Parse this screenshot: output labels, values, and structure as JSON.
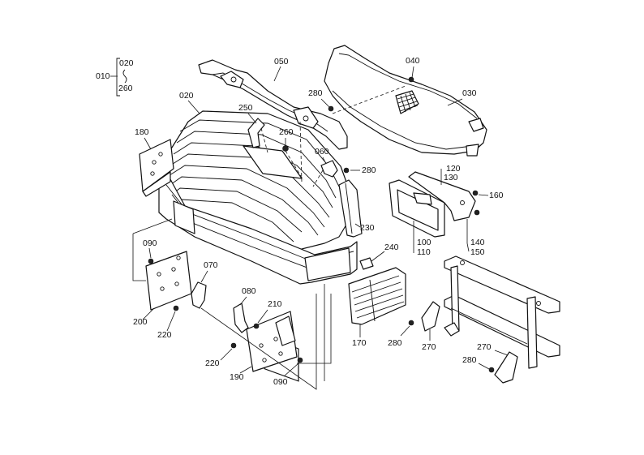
{
  "legend": {
    "root": "010",
    "top": "020",
    "bottom": "260"
  },
  "labels": {
    "l020": "020",
    "l050": "050",
    "l040": "040",
    "l030": "030",
    "l280a": "280",
    "l250": "250",
    "l260": "260",
    "l180": "180",
    "l060": "060",
    "l280b": "280",
    "l120": "120",
    "l130": "130",
    "l160": "160",
    "l230": "230",
    "l100": "100",
    "l110": "110",
    "l140": "140",
    "l150": "150",
    "l240": "240",
    "l090a": "090",
    "l070": "070",
    "l200": "200",
    "l220a": "220",
    "l080": "080",
    "l210": "210",
    "l170": "170",
    "l280c": "280",
    "l270a": "270",
    "l220b": "220",
    "l190": "190",
    "l090b": "090",
    "l270b": "270",
    "l280d": "280"
  }
}
